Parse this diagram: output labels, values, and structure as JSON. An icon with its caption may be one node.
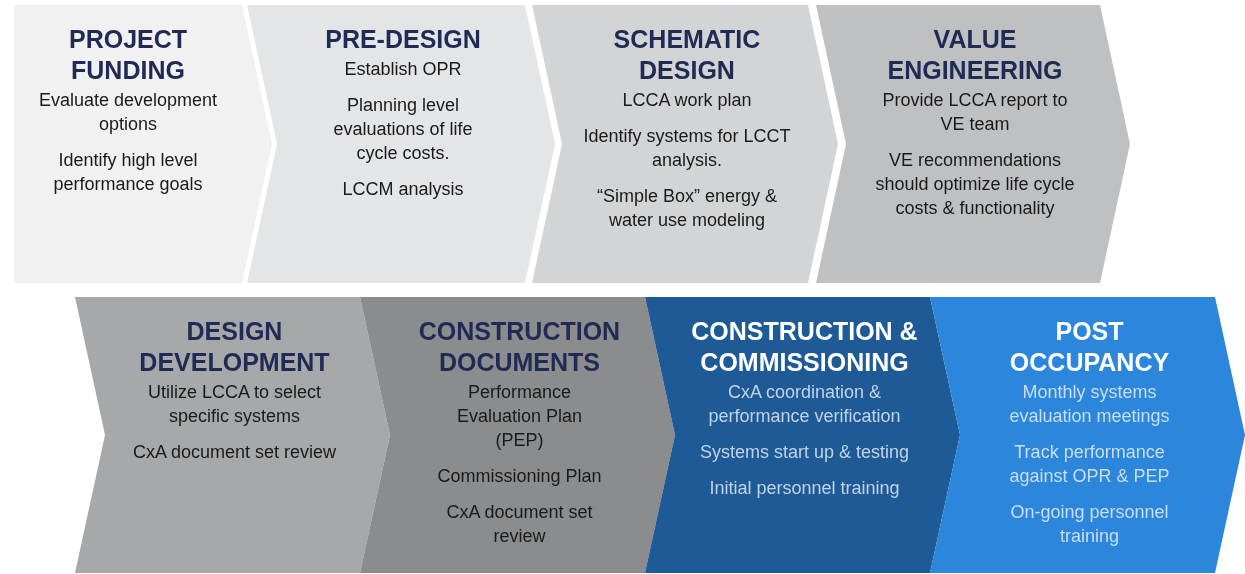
{
  "diagram": {
    "nodes": [
      {
        "text": [
          "PROJECT FUNDING",
          "Evaluate development options",
          "Identify high level performance goals"
        ]
      },
      {
        "text": [
          "PRE-DESIGN",
          "Establish OPR",
          "Planning level evaluations of life cycle costs.",
          "LCCM analysis"
        ]
      },
      {
        "text": [
          "SCHEMATIC DESIGN",
          "LCCA work plan",
          "Identify systems for LCCT analysis.",
          "“Simple Box” energy & water use modeling"
        ]
      },
      {
        "text": [
          "VALUE ENGINEERING",
          "Provide LCCA report to VE team",
          "VE recommendations should optimize life cycle costs & functionality"
        ]
      },
      {
        "text": [
          "DESIGN DEVELOPMENT",
          "Utilize LCCA to select specific systems",
          "CxA document set review"
        ]
      },
      {
        "text": [
          "CONSTRUCTION DOCUMENTS",
          "Performance Evaluation Plan (PEP)",
          "Commissioning Plan",
          "CxA document set review"
        ]
      },
      {
        "text": [
          "CONSTRUCTION & COMMISSIONING",
          "CxA coordination & performance verification",
          "Systems start up & testing",
          "Initial personnel training"
        ]
      },
      {
        "text": [
          "POST OCCUPANCY",
          "Monthly systems evaluation meetings",
          "Track performance against OPR & PEP",
          "On-going personnel training"
        ]
      }
    ]
  }
}
